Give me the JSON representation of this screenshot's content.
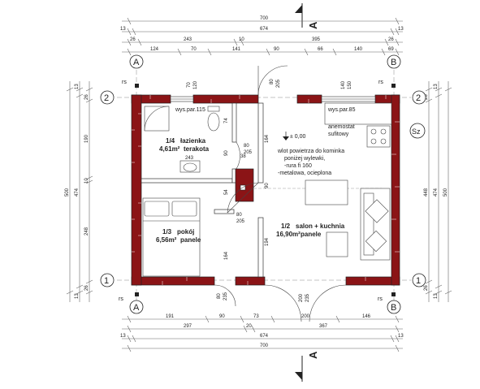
{
  "section": {
    "marker": "A"
  },
  "axes": {
    "a": "A",
    "b": "B",
    "r1": "1",
    "r2": "2"
  },
  "dims_top": {
    "total": "700",
    "outer": [
      "13",
      "674",
      "13"
    ],
    "inner": [
      "26",
      "243",
      "10",
      "395",
      "26"
    ],
    "openings": [
      "124",
      "70",
      "141",
      "90",
      "66",
      "140",
      "69"
    ]
  },
  "dims_bottom": {
    "openings": [
      "191",
      "90",
      "73",
      "200",
      "146"
    ],
    "inner": [
      "297",
      "20",
      "367"
    ],
    "outer": [
      "13",
      "674",
      "13"
    ],
    "total": "700"
  },
  "dims_left": {
    "total": "500",
    "outer": [
      "13",
      "474",
      "13"
    ],
    "inner": [
      "26",
      "190",
      "10",
      "248",
      "26"
    ]
  },
  "dims_right": {
    "total": "500",
    "outer": [
      "13",
      "474",
      "13"
    ],
    "inner": [
      "26",
      "448",
      "26"
    ]
  },
  "window_labels": {
    "w1_width": "70",
    "w1_height": "120",
    "door_width": "80",
    "door_height": "205",
    "w2_width": "140",
    "w2_height": "150",
    "bottom_door_left_width": "80",
    "bottom_door_left_height": "235",
    "bottom_door_right_width": "200",
    "bottom_door_right_height": "235"
  },
  "interior_doors": {
    "d1_width": "80",
    "d1_height": "205",
    "d2_width": "80",
    "d2_height": "205"
  },
  "interior_dims": [
    "74",
    "90",
    "164",
    "38",
    "54",
    "90",
    "194",
    "164",
    "243"
  ],
  "rooms": {
    "bathroom": {
      "number": "1/4",
      "name": "łazienka",
      "area": "4,61m²",
      "finish": "terakota"
    },
    "bedroom": {
      "number": "1/3",
      "name": "pokój",
      "area": "6,56m²",
      "finish": "panele"
    },
    "living": {
      "number": "1/2",
      "name": "salon + kuchnia",
      "area": "16,90m²",
      "finish": "panele"
    }
  },
  "notes": {
    "sill_bath": "wys.par.115",
    "sill_kitchen": "wys.par.85",
    "level": "± 0,00",
    "anemostat_1": "anemostat",
    "anemostat_2": "sufitowy",
    "fireplace_1": "wlot powietrza do kominka",
    "fireplace_2": "poniżej wylewki,",
    "fireplace_3": "-rura fi 160",
    "fireplace_4": "-metalowa, ocieplona",
    "rs": "rs",
    "sz": "Sz"
  },
  "colors": {
    "wall": "#8b1416",
    "ink": "#222222",
    "line": "#555555"
  }
}
